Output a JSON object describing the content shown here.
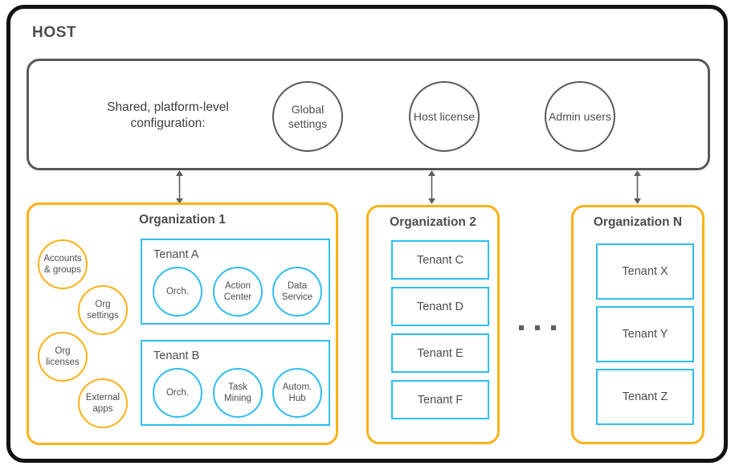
{
  "diagram": {
    "host_label": "HOST",
    "colors": {
      "frame": "#121212",
      "host_box": "#595959",
      "organization": "#FBB117",
      "tenant": "#30BCF2",
      "text": "#4d4d4d"
    },
    "shared": {
      "caption": "Shared, platform-level configuration:",
      "circles": [
        {
          "label": "Global settings"
        },
        {
          "label": "Host license"
        },
        {
          "label": "Admin users"
        }
      ]
    },
    "connectors": [
      {
        "name": "host-to-organization-1",
        "type": "double-arrow"
      },
      {
        "name": "host-to-organization-2",
        "type": "double-arrow"
      },
      {
        "name": "host-to-organization-n",
        "type": "double-arrow"
      }
    ],
    "organizations": [
      {
        "title": "Organization 1",
        "features": [
          {
            "label": "Accounts & groups"
          },
          {
            "label": "Org settings"
          },
          {
            "label": "Org licenses"
          },
          {
            "label": "External apps"
          }
        ],
        "tenants": [
          {
            "name": "Tenant A",
            "services": [
              {
                "label": "Orch."
              },
              {
                "label": "Action Center"
              },
              {
                "label": "Data Service"
              }
            ]
          },
          {
            "name": "Tenant B",
            "services": [
              {
                "label": "Orch."
              },
              {
                "label": "Task Mining"
              },
              {
                "label": "Autom. Hub"
              }
            ]
          }
        ]
      },
      {
        "title": "Organization 2",
        "features": [],
        "tenants": [
          {
            "name": "Tenant C",
            "services": []
          },
          {
            "name": "Tenant D",
            "services": []
          },
          {
            "name": "Tenant E",
            "services": []
          },
          {
            "name": "Tenant F",
            "services": []
          }
        ]
      },
      {
        "title": "Organization N",
        "features": [],
        "tenants": [
          {
            "name": "Tenant X",
            "services": []
          },
          {
            "name": "Tenant Y",
            "services": []
          },
          {
            "name": "Tenant Z",
            "services": []
          }
        ]
      }
    ],
    "ellipsis": "..."
  }
}
